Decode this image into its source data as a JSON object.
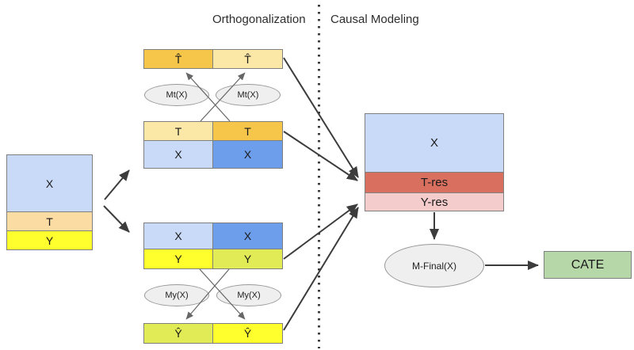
{
  "header": {
    "orthogonalization_label": "Orthogonalization",
    "causal_modeling_label": "Causal Modeling"
  },
  "left_stack": {
    "x_label": "X",
    "t_label": "T",
    "y_label": "Y"
  },
  "orthogonalization": {
    "t_hat_row": {
      "left": "T̂",
      "right": "T̂"
    },
    "mt_model_left": "Mt(X)",
    "mt_model_right": "Mt(X)",
    "tx_group": {
      "t_left": "T",
      "t_right": "T",
      "x_left": "X",
      "x_right": "X"
    },
    "xy_group": {
      "x_left": "X",
      "x_right": "X",
      "y_left": "Y",
      "y_right": "Y"
    },
    "my_model_left": "My(X)",
    "my_model_right": "My(X)",
    "y_hat_row": {
      "left": "Ŷ",
      "right": "Ŷ"
    }
  },
  "causal_modeling": {
    "x_label": "X",
    "t_res_label": "T-res",
    "y_res_label": "Y-res",
    "m_final_label": "M-Final(X)",
    "cate_label": "CATE"
  },
  "colors": {
    "light_blue": "#C9DAF8",
    "blue": "#6D9EEB",
    "gold": "#F6C64B",
    "light_gold": "#FCE8A6",
    "peach": "#FBDCA3",
    "yellow": "#FFFF2E",
    "lime": "#E0EB55",
    "t_res_red": "#D9705F",
    "y_res_pink": "#F4CCCC",
    "cate_green": "#B6D7A8",
    "ellipse_gray": "#EFEFEF",
    "arrow_dark": "#3C3C3C",
    "arrow_thin": "#666666"
  }
}
